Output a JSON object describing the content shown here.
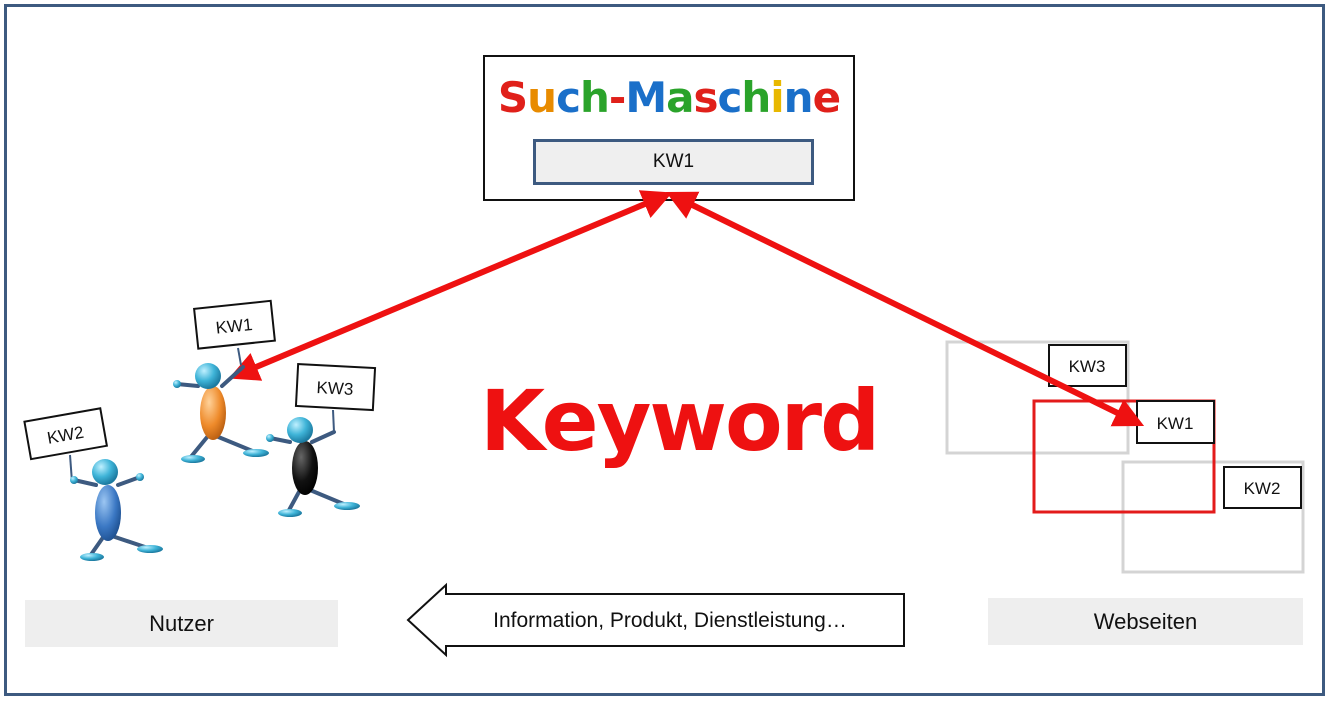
{
  "engine": {
    "title_letters": [
      {
        "ch": "S",
        "color": "#e0201a"
      },
      {
        "ch": "u",
        "color": "#e88b00"
      },
      {
        "ch": "c",
        "color": "#1a6fc9"
      },
      {
        "ch": "h",
        "color": "#2aa32a"
      },
      {
        "ch": "-",
        "color": "#e0201a"
      },
      {
        "ch": "M",
        "color": "#1a6fc9"
      },
      {
        "ch": "a",
        "color": "#2aa32a"
      },
      {
        "ch": "s",
        "color": "#e0201a"
      },
      {
        "ch": "c",
        "color": "#1a6fc9"
      },
      {
        "ch": "h",
        "color": "#2aa32a"
      },
      {
        "ch": "i",
        "color": "#e8b800"
      },
      {
        "ch": "n",
        "color": "#1a6fc9"
      },
      {
        "ch": "e",
        "color": "#e0201a"
      }
    ],
    "search_value": "KW1"
  },
  "center_label": "Keyword",
  "users": {
    "caption": "Nutzer",
    "figures": [
      {
        "sign": "KW2",
        "body_color": "#3b78c4"
      },
      {
        "sign": "KW1",
        "body_color": "#ee8a2a"
      },
      {
        "sign": "KW3",
        "body_color": "#111111"
      }
    ]
  },
  "websites": {
    "caption": "Webseiten",
    "pages": [
      {
        "label": "KW3",
        "border_color": "#d4d4d4"
      },
      {
        "label": "KW1",
        "border_color": "#e31b1b"
      },
      {
        "label": "KW2",
        "border_color": "#d4d4d4"
      }
    ]
  },
  "flow_arrow": {
    "label": "Information, Produkt, Dienstleistung…"
  },
  "colors": {
    "arrow": "#ee1111",
    "frame": "#3d5a80",
    "figure_head": "#3fb4d8",
    "figure_limb": "#3d5a80"
  }
}
